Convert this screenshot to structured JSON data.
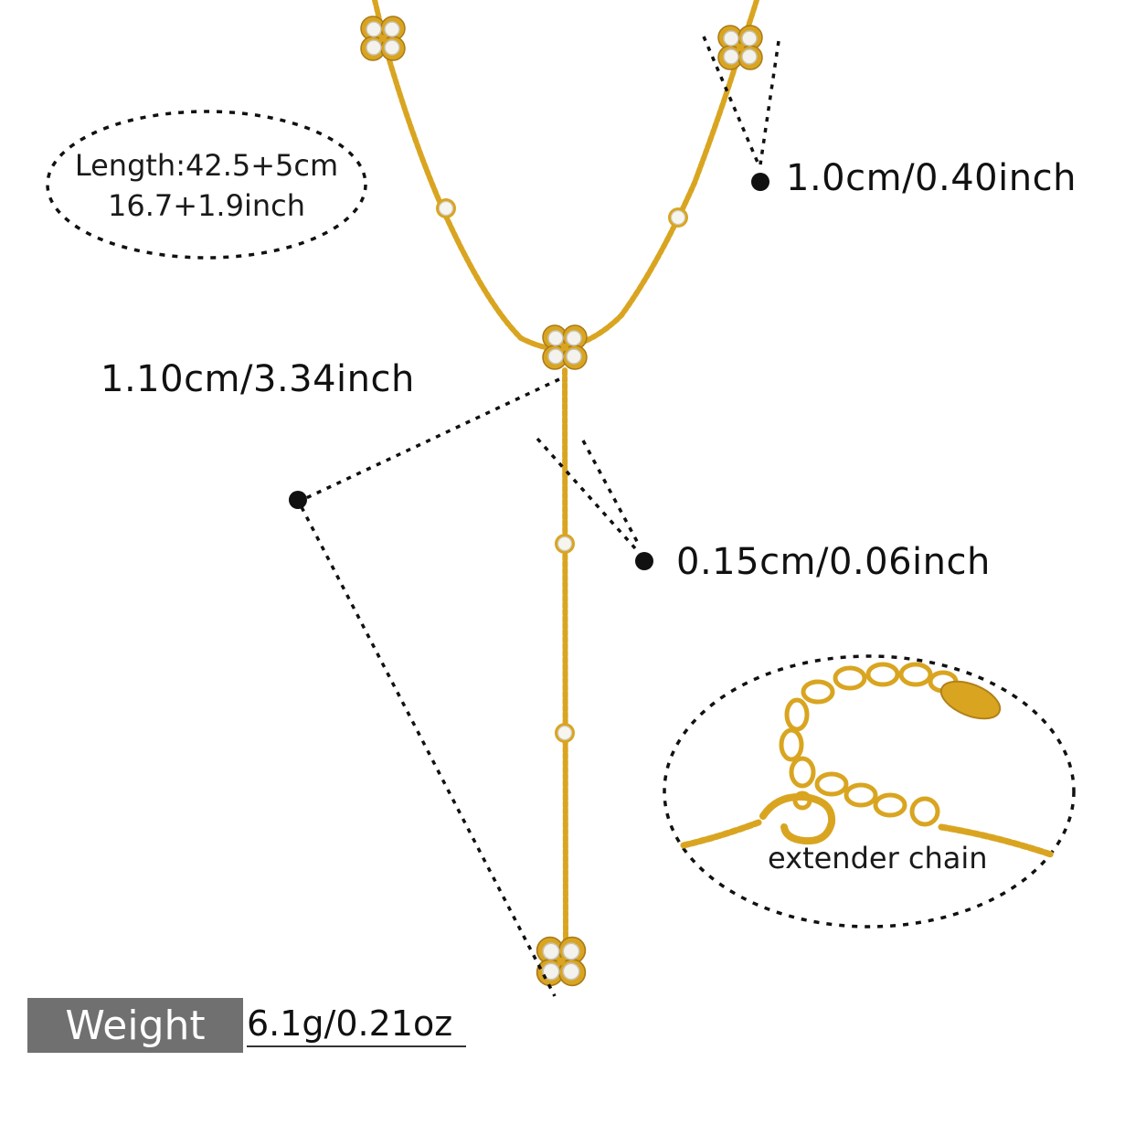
{
  "length_label": {
    "line1": "Length:42.5+5cm",
    "line2": "16.7+1.9inch"
  },
  "dimensions": {
    "clover_width": "1.0cm/0.40inch",
    "drop_length": "1.10cm/3.34inch",
    "chain_width": "0.15cm/0.06inch"
  },
  "extender": {
    "label": "extender chain"
  },
  "weight": {
    "tag": "Weight",
    "value": "6.1g/0.21oz"
  },
  "colors": {
    "gold": "#d9a521",
    "gold_dark": "#b3801a",
    "crystal": "#f2f2ee",
    "text": "#111111",
    "weight_tag_bg": "#707070"
  },
  "icons": [
    "clover-charm-icon",
    "bezel-crystal-icon",
    "lobster-clasp-icon",
    "leaf-tag-icon"
  ]
}
